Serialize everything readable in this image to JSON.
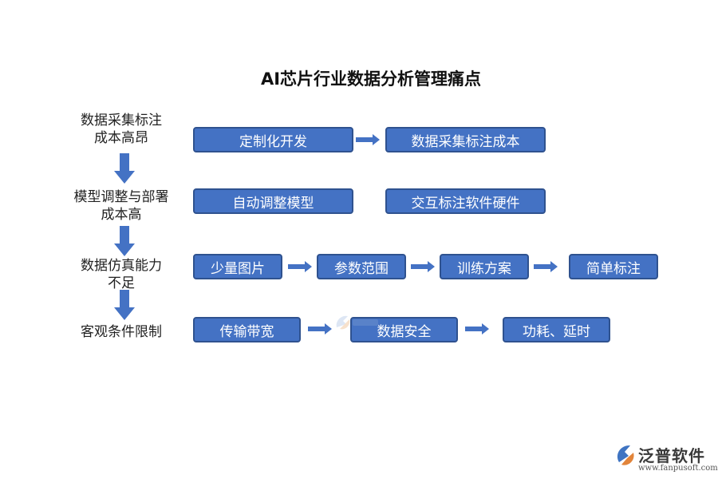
{
  "title": "AI芯片行业数据分析管理痛点",
  "left": {
    "row1_line1": "数据采集标注",
    "row1_line2": "成本高昂",
    "row2_line1": "模型调整与部署",
    "row2_line2": "成本高",
    "row3_line1": "数据仿真能力",
    "row3_line2": "不足",
    "row4_line1": "客观条件限制"
  },
  "boxes": {
    "r1a": "定制化开发",
    "r1b": "数据采集标注成本",
    "r2a": "自动调整模型",
    "r2b": "交互标注软件硬件",
    "r3a": "少量图片",
    "r3b": "参数范围",
    "r3c": "训练方案",
    "r3d": "简单标注",
    "r4a": "传输带宽",
    "r4b": "数据安全",
    "r4c": "功耗、延时"
  },
  "brand": {
    "name": "泛普软件",
    "url": "www.fanpusoft.com"
  },
  "colors": {
    "box_fill": "#4472c4",
    "box_border": "#2f528f",
    "arrow": "#4472c4"
  }
}
